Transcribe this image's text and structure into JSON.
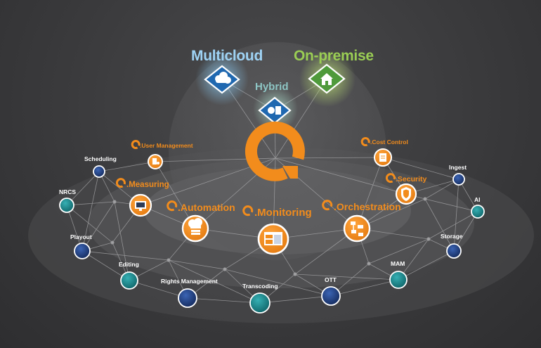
{
  "deployment": {
    "multicloud": "Multicloud",
    "hybrid": "Hybrid",
    "on_premise": "On-premise"
  },
  "modules": {
    "user_management": ".User Management",
    "measuring": ".Measuring",
    "automation": ".Automation",
    "monitoring": ".Monitoring",
    "orchestration": ".Orchestration",
    "cost_control": ".Cost Control",
    "security": ".Security"
  },
  "nodes": {
    "scheduling": "Scheduling",
    "nrcs": "NRCS",
    "playout": "Playout",
    "editing": "Editing",
    "rights_management": "Rights Management",
    "transcoding": "Transcoding",
    "ott": "OTT",
    "mam": "MAM",
    "storage": "Storage",
    "ai": "AI",
    "ingest": "Ingest"
  },
  "colors": {
    "orange": "#f28c1c",
    "multicloud": "#9fd3f5",
    "hybrid": "#8ec6c5",
    "on_premise": "#9acd54",
    "node_navy": "#1f3d7a",
    "node_teal": "#1d8a8f"
  }
}
